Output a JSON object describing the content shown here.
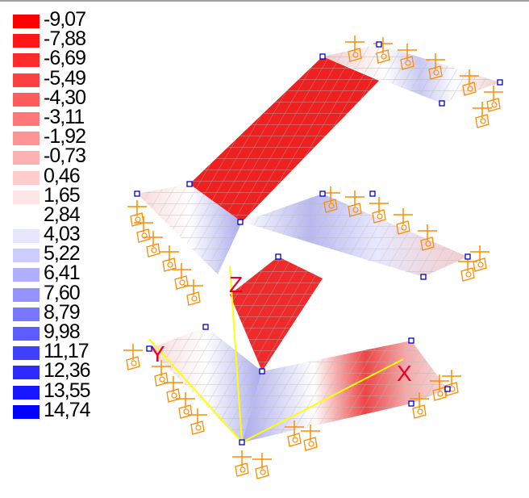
{
  "legend": {
    "items": [
      {
        "label": "-9,07",
        "color": "#ff0000"
      },
      {
        "label": "-7,88",
        "color": "#ff1616"
      },
      {
        "label": "-6,69",
        "color": "#ff2b2b"
      },
      {
        "label": "-5,49",
        "color": "#ff4040"
      },
      {
        "label": "-4,30",
        "color": "#ff5c5c"
      },
      {
        "label": "-3,11",
        "color": "#ff7878"
      },
      {
        "label": "-1,92",
        "color": "#ff9494"
      },
      {
        "label": "-0,73",
        "color": "#ffb0b0"
      },
      {
        "label": "0,46",
        "color": "#ffcccc"
      },
      {
        "label": "1,65",
        "color": "#ffe6e6"
      },
      {
        "label": "2,84",
        "color": "#ffffff"
      },
      {
        "label": "4,03",
        "color": "#e6e6ff"
      },
      {
        "label": "5,22",
        "color": "#ccccff"
      },
      {
        "label": "6,41",
        "color": "#b0b0ff"
      },
      {
        "label": "7,60",
        "color": "#9494ff"
      },
      {
        "label": "8,79",
        "color": "#7878ff"
      },
      {
        "label": "9,98",
        "color": "#5c5cff"
      },
      {
        "label": "11,17",
        "color": "#4040ff"
      },
      {
        "label": "12,36",
        "color": "#2b2bff"
      },
      {
        "label": "13,55",
        "color": "#1616ff"
      },
      {
        "label": "14,74",
        "color": "#0000ff"
      }
    ]
  },
  "axes": {
    "x": "X",
    "y": "Y",
    "z": "Z"
  },
  "colors": {
    "support": "#ff8c00",
    "axis_line": "#ffff00",
    "axis_label": "#e8002a",
    "node": "#0000cc",
    "mesh_line": "#b8b8b8"
  }
}
